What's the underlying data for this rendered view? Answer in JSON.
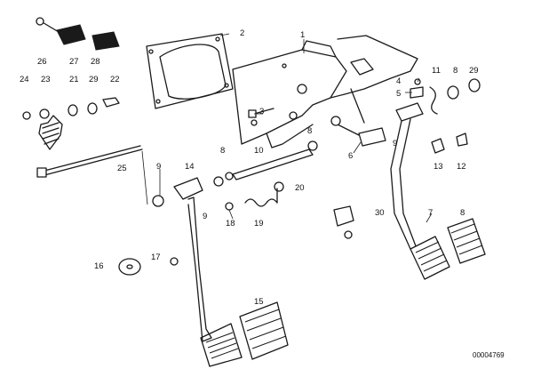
{
  "labels": {
    "l1": "1",
    "l2": "2",
    "l3": "3",
    "l4": "4",
    "l5": "5",
    "l6": "6",
    "l7": "7",
    "l8": "8",
    "l9": "9",
    "l10": "10",
    "l11": "11",
    "l12": "12",
    "l13": "13",
    "l14": "14",
    "l15": "15",
    "l16": "16",
    "l17": "17",
    "l18": "18",
    "l19": "19",
    "l20": "20",
    "l21": "21",
    "l22": "22",
    "l23": "23",
    "l24": "24",
    "l25": "25",
    "l26": "26",
    "l27": "27",
    "l28": "28",
    "l29": "29",
    "l30": "30",
    "l8b": "8",
    "l8c": "8",
    "l8d": "8",
    "l9b": "9",
    "l9c": "9"
  },
  "document_id": "00004769"
}
